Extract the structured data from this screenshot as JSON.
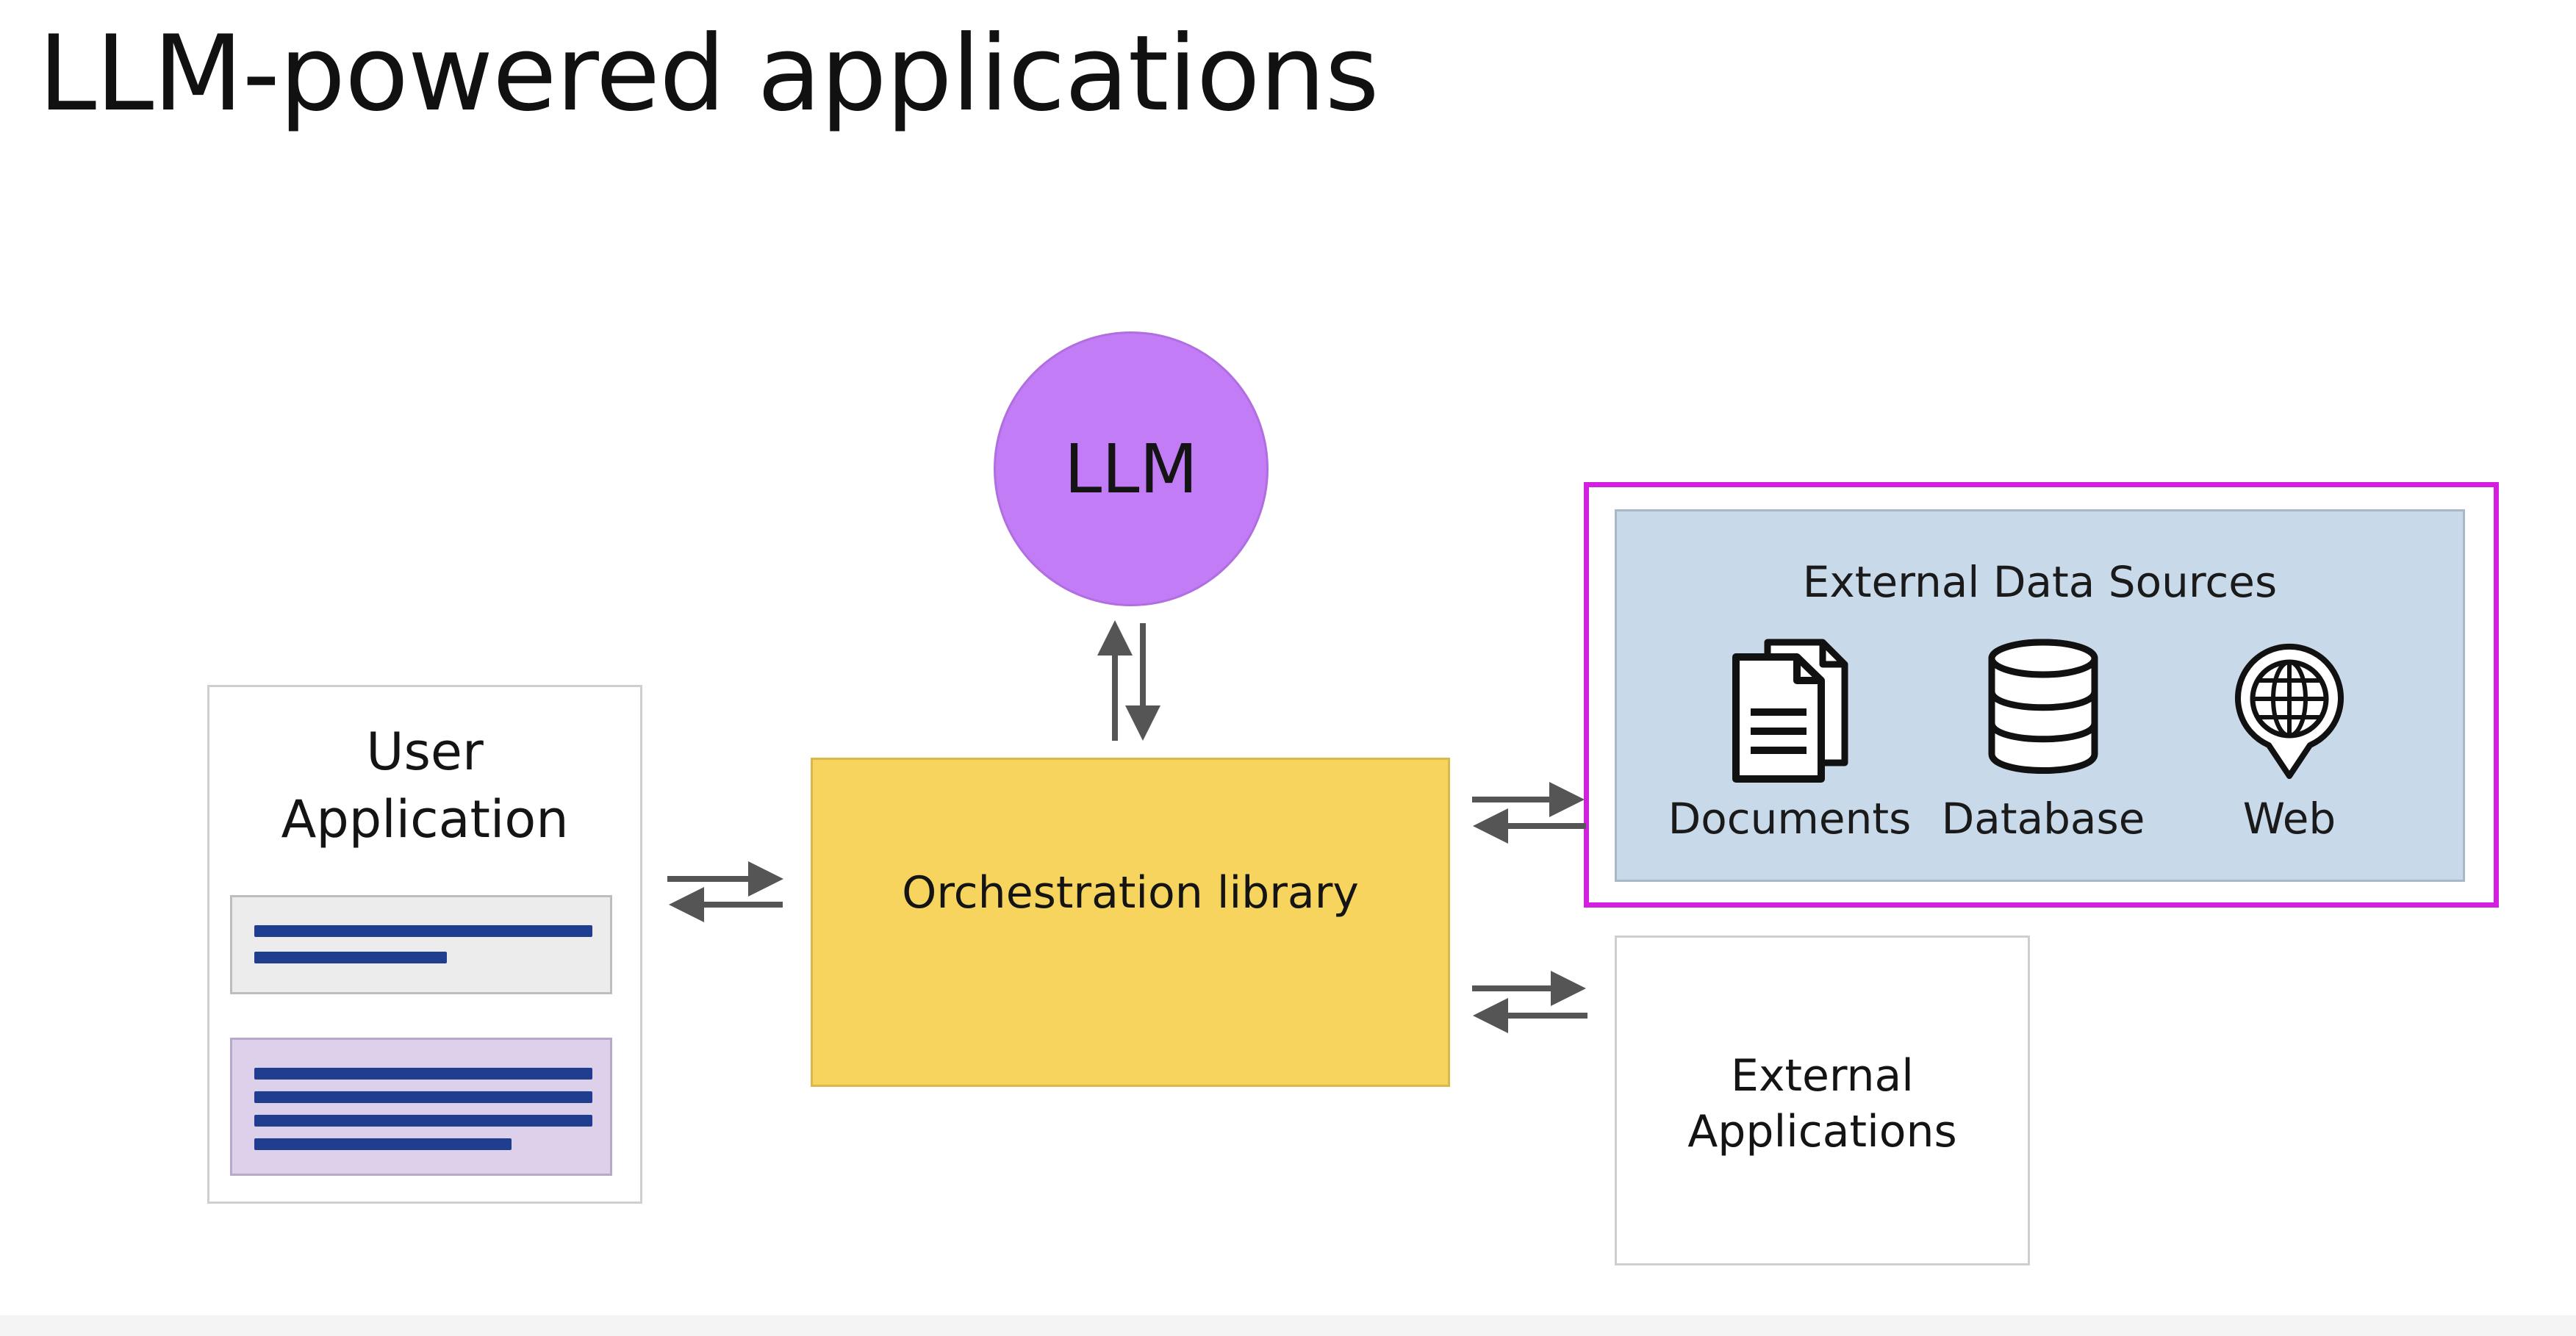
{
  "slide": {
    "title": "LLM-powered applications"
  },
  "llm": {
    "label": "LLM",
    "color": "#c27cf6"
  },
  "user_application": {
    "label_line1": "User",
    "label_line2": "Application"
  },
  "orchestration": {
    "label": "Orchestration library",
    "color": "#f7d45d"
  },
  "external_data": {
    "title": "External Data Sources",
    "highlight_color": "#d21fe0",
    "background": "#c8d9ea",
    "sources": [
      {
        "label": "Documents",
        "icon": "documents-icon"
      },
      {
        "label": "Database",
        "icon": "database-icon"
      },
      {
        "label": "Web",
        "icon": "globe-pin-icon"
      }
    ]
  },
  "external_apps": {
    "label_line1": "External",
    "label_line2": "Applications"
  }
}
